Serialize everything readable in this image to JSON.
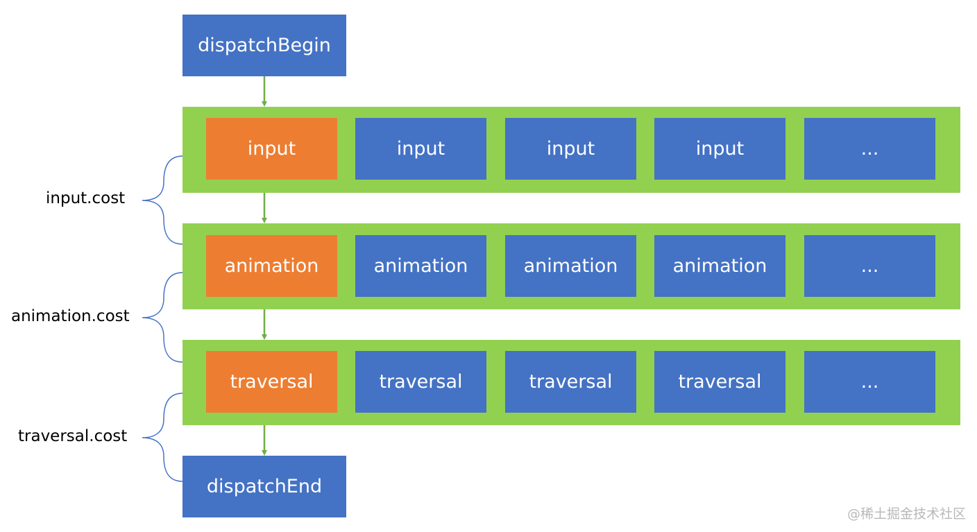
{
  "colors": {
    "band": "#92d050",
    "first_box": "#ed7d31",
    "other_box": "#4472c4",
    "arrow": "#70ad47",
    "brace": "#4472c4"
  },
  "begin": {
    "label": "dispatchBegin"
  },
  "end": {
    "label": "dispatchEnd"
  },
  "stages": [
    {
      "name": "input",
      "boxes": [
        "input",
        "input",
        "input",
        "input",
        "..."
      ],
      "cost_label": "input.cost"
    },
    {
      "name": "animation",
      "boxes": [
        "animation",
        "animation",
        "animation",
        "animation",
        "..."
      ],
      "cost_label": "animation.cost"
    },
    {
      "name": "traversal",
      "boxes": [
        "traversal",
        "traversal",
        "traversal",
        "traversal",
        "..."
      ],
      "cost_label": "traversal.cost"
    }
  ],
  "watermark": "@稀土掘金技术社区"
}
